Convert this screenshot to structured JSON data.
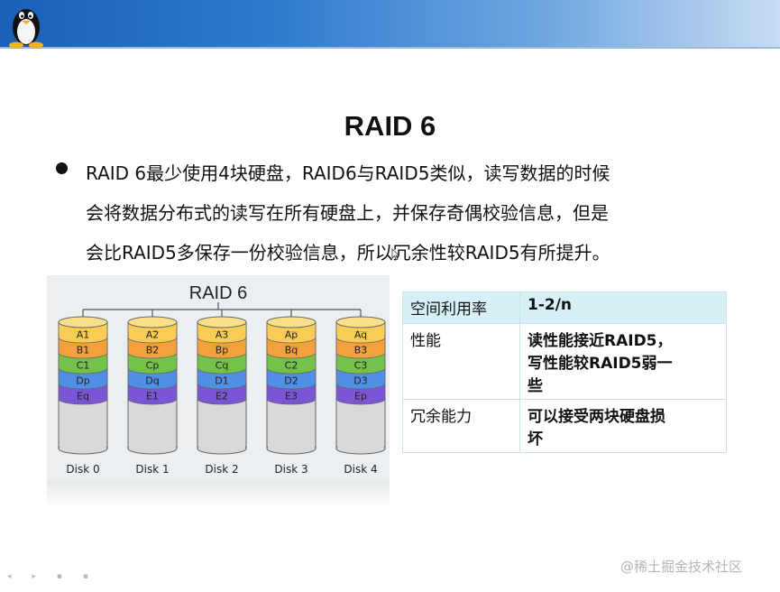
{
  "slide": {
    "title": "RAID 6",
    "bullet_lines": [
      "RAID 6最少使用4块硬盘，RAID6与RAID5类似，读写数据的时候",
      "会将数据分布式的读写在所有硬盘上，并保存奇偶校验信息，但是",
      "会比RAID5多保存一份校验信息，所以冗余性较RAID5有所提升。"
    ]
  },
  "diagram": {
    "title": "RAID 6",
    "disks": [
      {
        "label": "Disk 0",
        "blocks": [
          "A1",
          "B1",
          "C1",
          "Dp",
          "Eq"
        ]
      },
      {
        "label": "Disk 1",
        "blocks": [
          "A2",
          "B2",
          "Cp",
          "Dq",
          "E1"
        ]
      },
      {
        "label": "Disk 2",
        "blocks": [
          "A3",
          "Bp",
          "Cq",
          "D1",
          "E2"
        ]
      },
      {
        "label": "Disk 3",
        "blocks": [
          "Ap",
          "Bq",
          "C2",
          "D2",
          "E3"
        ]
      },
      {
        "label": "Disk 4",
        "blocks": [
          "Aq",
          "B3",
          "C3",
          "D3",
          "Ep"
        ]
      }
    ],
    "block_colors": [
      "#f7cd55",
      "#f3a13d",
      "#74c24a",
      "#4f8fe6",
      "#7a55d6"
    ]
  },
  "table": {
    "rows": [
      {
        "key": "空间利用率",
        "value": [
          "1-2/n"
        ]
      },
      {
        "key": "性能",
        "value": [
          "读性能接近RAID5，",
          "写性能较RAID5弱一",
          "些"
        ]
      },
      {
        "key": "冗余能力",
        "value": [
          "可以接受两块硬盘损",
          "坏"
        ]
      }
    ]
  },
  "watermark": "@稀土掘金技术社区"
}
